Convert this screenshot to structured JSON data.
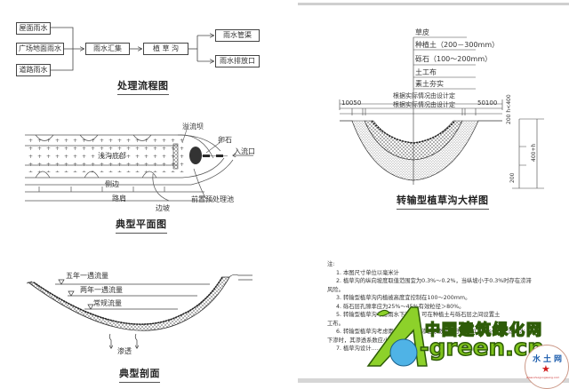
{
  "flowchart": {
    "title": "处理流程图",
    "sources": [
      "屋面雨水",
      "广场地面雨水",
      "道路雨水"
    ],
    "collect": "雨水汇集",
    "swale": "植 草 沟",
    "outputs": [
      "雨水管渠",
      "雨水排放口"
    ]
  },
  "plan": {
    "title": "典型平面图",
    "labels": {
      "overflow_weir": "溢流坝",
      "riprap": "卵石",
      "inlet": "入流口",
      "channel_bottom": "浅沟底部",
      "side_slope": "侧边",
      "road_shoulder": "路肩",
      "slope_edge": "边坡",
      "pretreatment_pond": "前置预处理池"
    }
  },
  "section": {
    "title": "典型剖面",
    "labels": {
      "five_year": "五年一遇流量",
      "two_year": "两年一遇流量",
      "normal": "常规流量",
      "infiltration": "渗透"
    }
  },
  "detail": {
    "title": "转输型植草沟大样图",
    "layers": [
      "草皮",
      "种植土（200－300mm）",
      "砾石（100～200mm）",
      "土工布",
      "素土夯实"
    ],
    "note_lines": [
      "根据实际情况由设计定",
      "根据实际情况由设计定"
    ],
    "dims_left": "10050",
    "dims_right": "50100",
    "vertical_dims": [
      "200 h<400",
      "200",
      "400+h"
    ]
  },
  "notes": {
    "heading": "注:",
    "items": [
      "1. 本图尺寸单位以毫米计",
      "2. 植草沟的纵向坡度取值范围宜为0.3%～0.2%，当纵坡小于0.3%时存在涝滞",
      "风险。",
      "3. 转输型植草沟内植被高度宜控制在100～200mm。",
      "4. 砾石层孔隙率应为25%～45%有效粒径＞80%。",
      "5. 转输型植草沟考虑雨水下渗时，可在种植土与砾石层之间设置土",
      "工布。",
      "6. 转输型植草沟考虑雨水下渗，其渗透系数应大于5×10⁻⁶m/s；不考虑雨水",
      "下渗时，其渗透系数应小于",
      "7. 植草沟设计……"
    ]
  },
  "watermark": {
    "cn": "中国建筑绿化网",
    "en": "-green.cn",
    "stamp": "水土网",
    "stamp_url": "www.shuigongwang.com"
  },
  "colors": {
    "line": "#333333",
    "watermark_green": "#7fc31c",
    "watermark_dark": "#2e5c08",
    "stamp_red": "#d11a1a",
    "stamp_blue": "#1f5fae"
  }
}
